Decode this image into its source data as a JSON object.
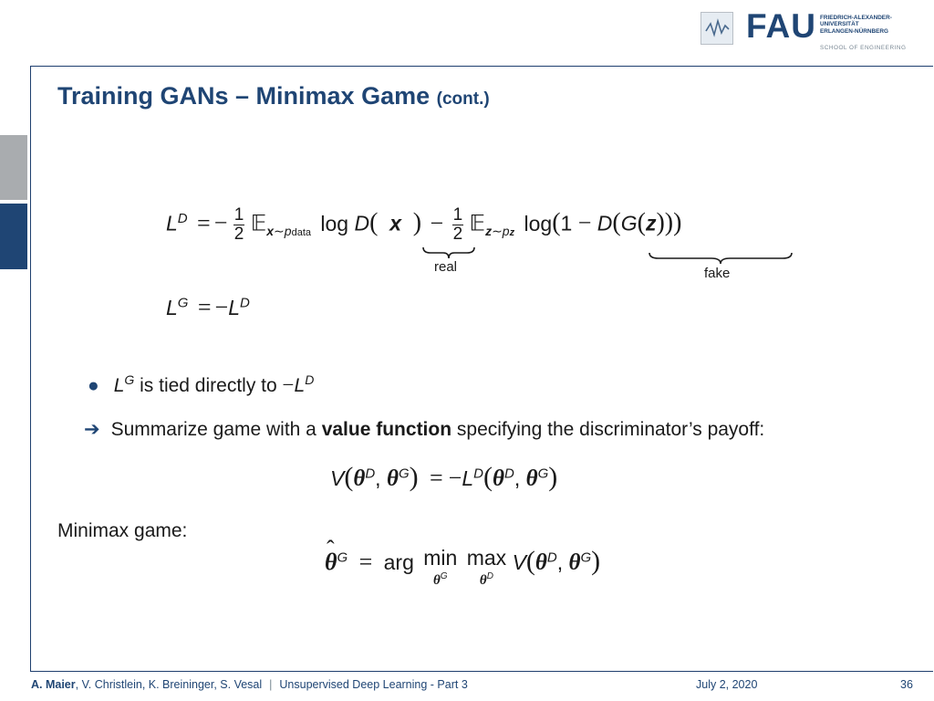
{
  "slide": {
    "title_main": "Training GANs – Minimax Game",
    "title_suffix": "(cont.)"
  },
  "logo": {
    "fau": "FAU",
    "university_line1": "FRIEDRICH-ALEXANDER-",
    "university_line2": "UNIVERSITÄT",
    "university_line3": "ERLANGEN-NÜRNBERG",
    "school": "SCHOOL OF ENGINEERING"
  },
  "equations": {
    "ld_label_real": "real",
    "ld_label_fake": "fake"
  },
  "bullets": {
    "b1_text": "is tied directly to",
    "b2_pre": "Summarize game with a",
    "b2_bold": "value function",
    "b2_post": "specifying the discriminator’s payoff:"
  },
  "minimax_label": "Minimax game:",
  "footer": {
    "author_bold": "A. Maier",
    "authors_rest": ", V. Christlein, K. Breininger, S. Vesal",
    "course": "Unsupervised Deep Learning - Part 3",
    "date": "July 2, 2020",
    "page": "36"
  }
}
